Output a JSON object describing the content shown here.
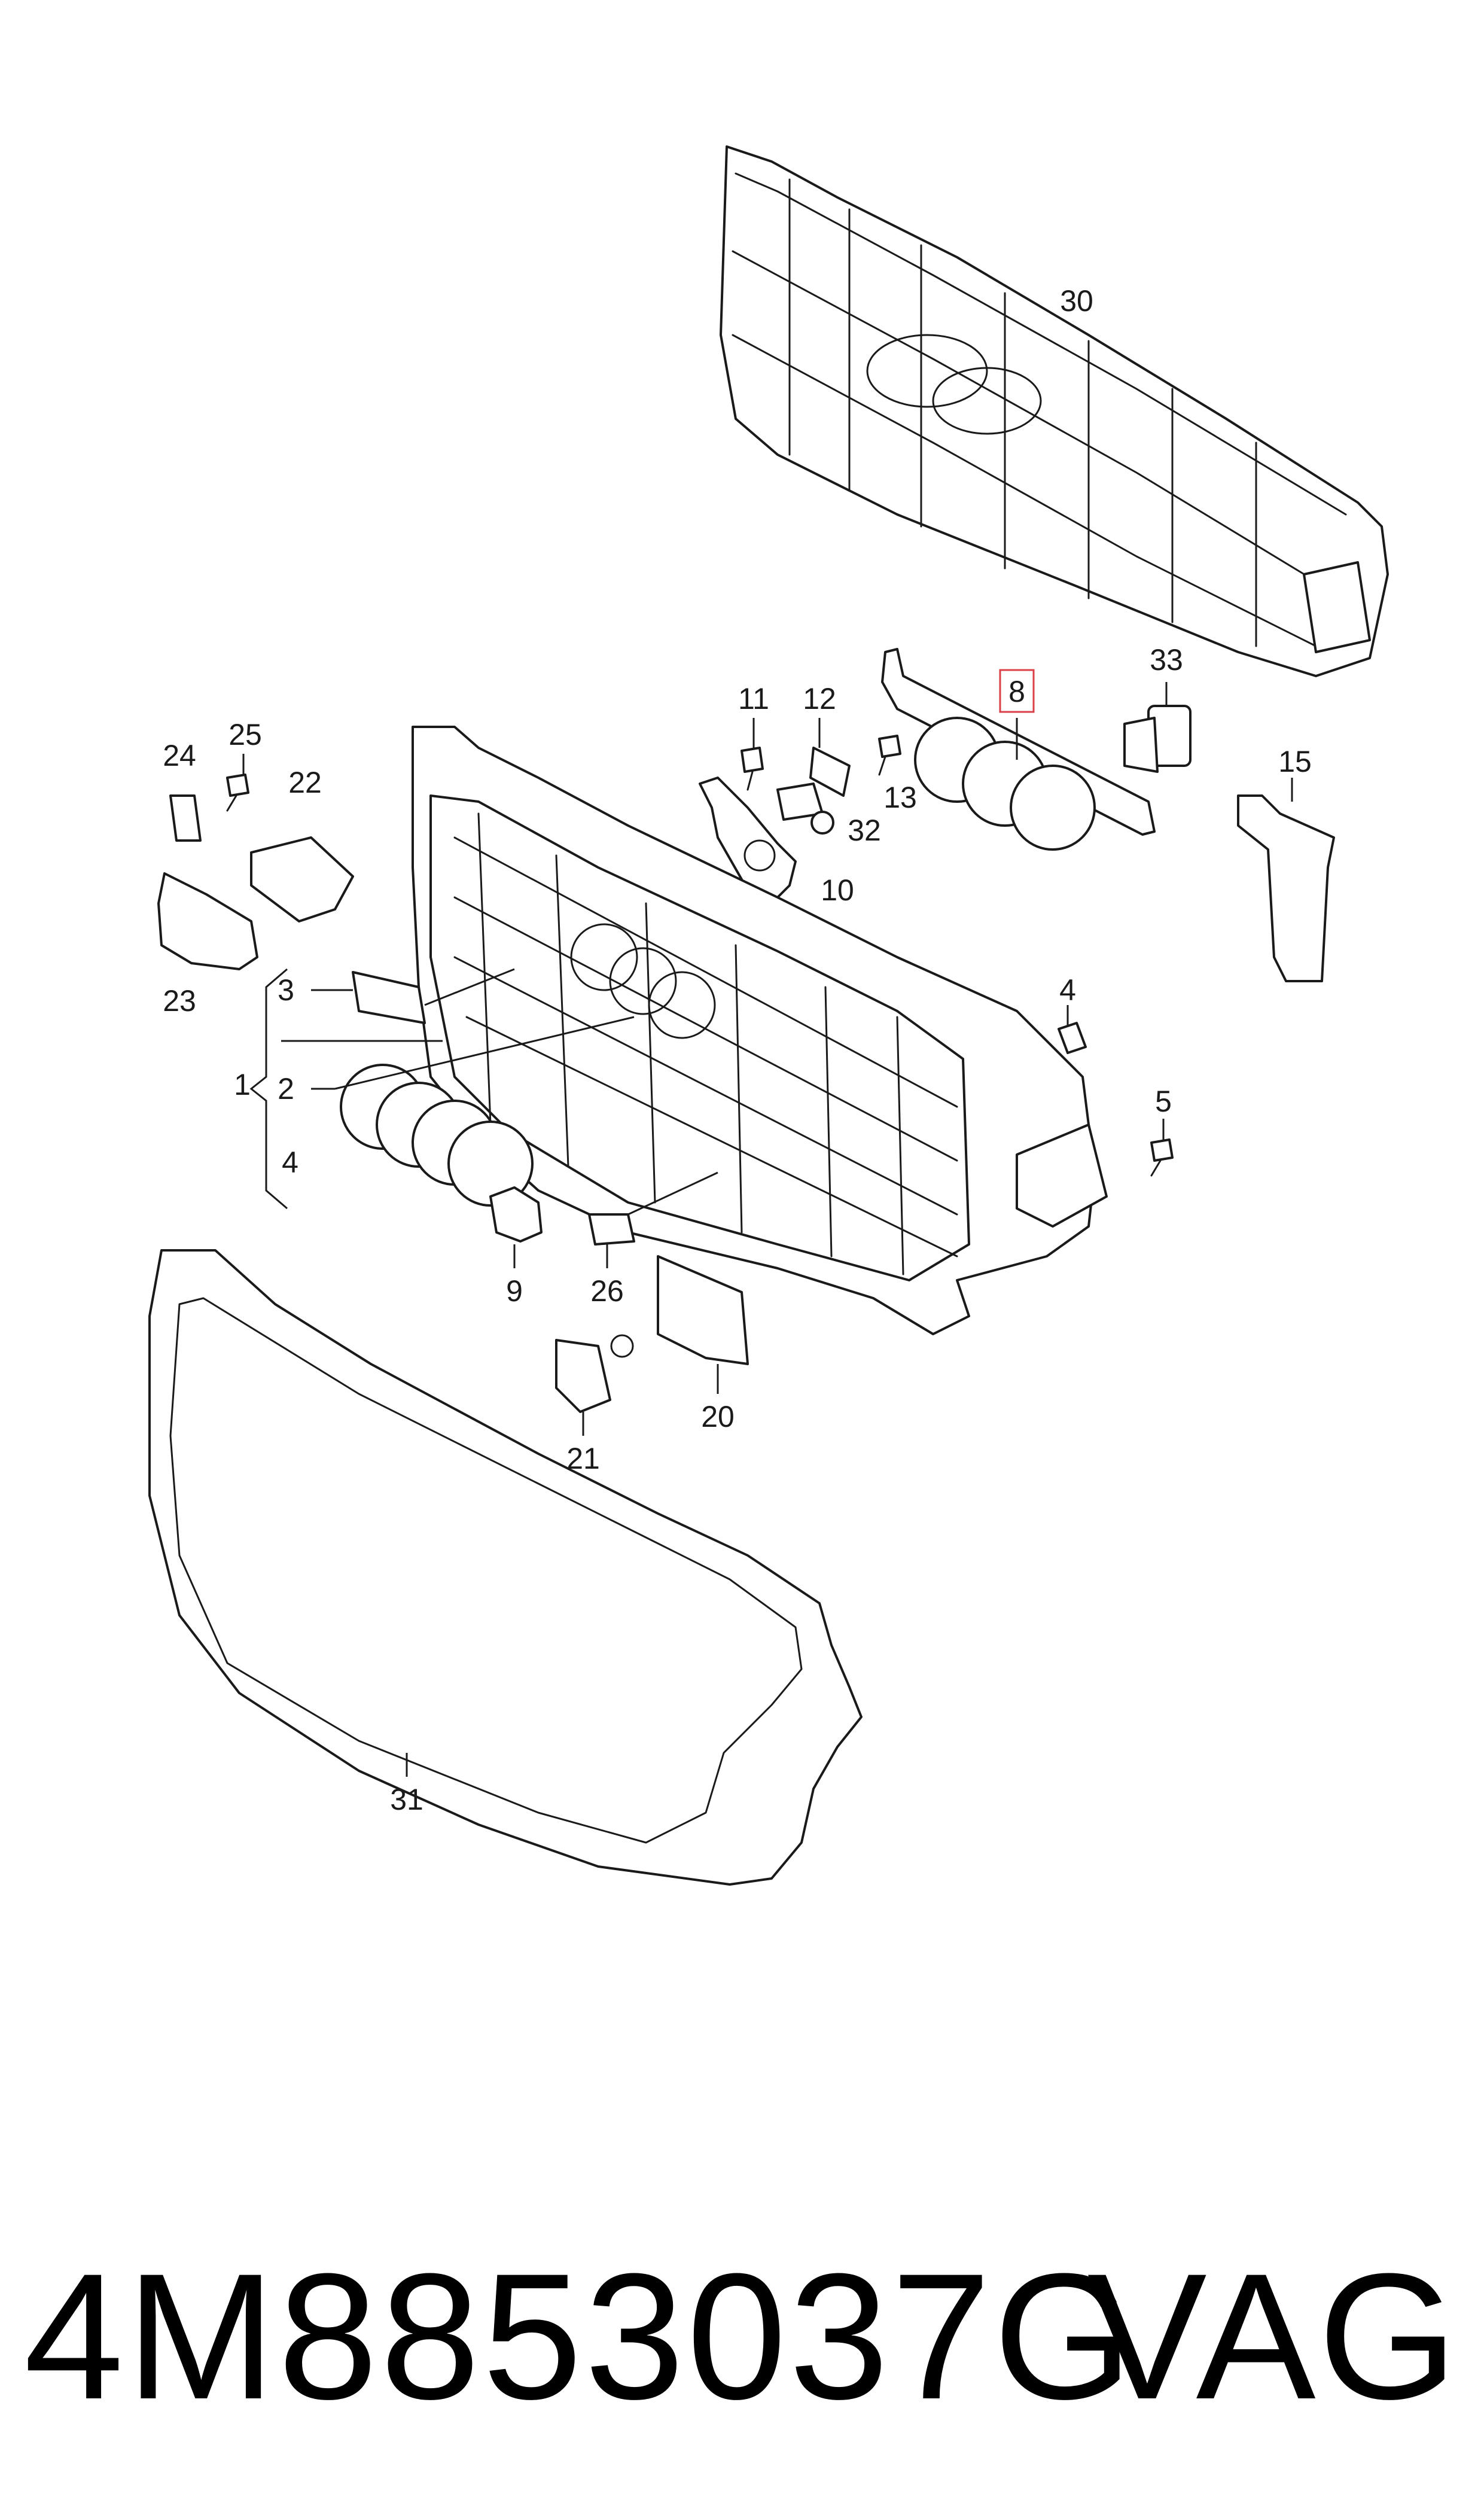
{
  "callouts": {
    "c30": "30",
    "c33": "33",
    "c8": "8",
    "c11": "11",
    "c12": "12",
    "c13": "13",
    "c32": "32",
    "c10": "10",
    "c15": "15",
    "c24": "24",
    "c25": "25",
    "c22": "22",
    "c23": "23",
    "c3": "3",
    "c1": "1",
    "c2": "2",
    "c4a": "4",
    "c4b": "4",
    "c5": "5",
    "c9": "9",
    "c26": "26",
    "c20": "20",
    "c21": "21",
    "c31": "31"
  },
  "highlighted_part": "8",
  "footer": {
    "part_number": "4M8853037G",
    "brand": "VAG"
  }
}
